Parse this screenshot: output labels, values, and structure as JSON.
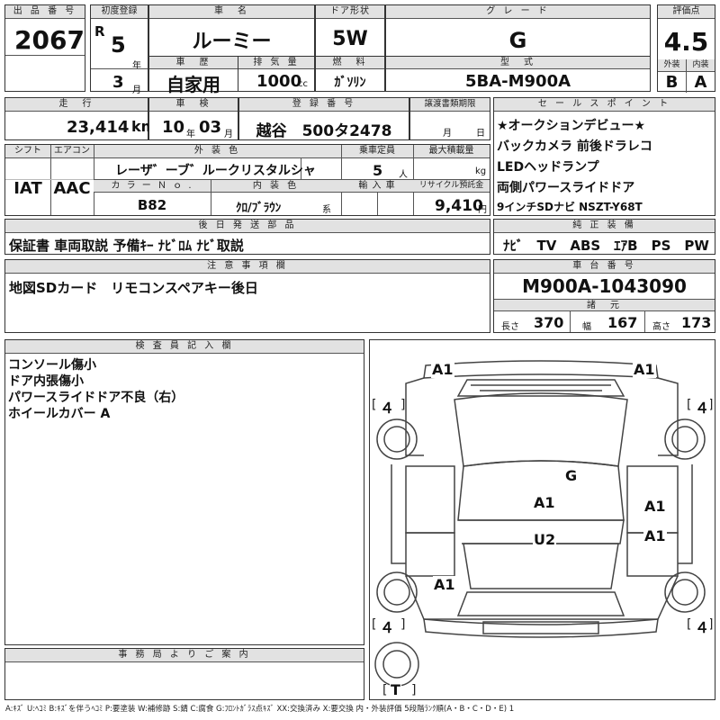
{
  "header": {
    "lot_label": "出 品 番 号",
    "lot_value": "2067",
    "first_reg_label": "初度登録",
    "era": "R",
    "first_reg_year": "5",
    "year_unit": "年",
    "first_reg_month": "3",
    "month_unit": "月",
    "car_name_label": "車　名",
    "car_name": "ルーミー",
    "history_label": "車　歴",
    "history": "自家用",
    "displacement_label": "排 気 量",
    "displacement": "1000",
    "cc_unit": "cc",
    "door_label": "ドア形状",
    "door": "5W",
    "fuel_label": "燃　料",
    "fuel": "ｶﾞｿﾘﾝ",
    "grade_label": "グ レ ー ド",
    "grade": "G",
    "model_label": "型　式",
    "model": "5BA-M900A",
    "score_label": "評価点",
    "score": "4.5",
    "exterior_label": "外装",
    "exterior": "B",
    "interior_label": "内装",
    "interior": "A"
  },
  "row2": {
    "mileage_label": "走　行",
    "mileage": "23,414",
    "km": "km",
    "inspection_label": "車　検",
    "insp_year": "10",
    "insp_month": "03",
    "year_unit": "年",
    "month_unit": "月",
    "reg_label": "登 録 番 号",
    "reg_number": "越谷　500タ2478",
    "transfer_label": "譲渡書類期限",
    "transfer_month": "月",
    "transfer_day": "日"
  },
  "row3": {
    "shift_label": "シフト",
    "shift": "IAT",
    "ac_label": "エアコン",
    "ac": "AAC",
    "color_label": "外 装 色",
    "color": "レーザ゛ーブ゛ルークリスタルシャ",
    "capacity_label": "乗車定員",
    "capacity": "5",
    "person_unit": "人",
    "load_label": "最大積載量",
    "load_unit": "kg",
    "color_no_label": "カ ラ ー Ｎ ｏ .",
    "color_no": "B82",
    "interior_color_label": "内 装 色",
    "interior_color": "ｸﾛ/ﾌﾞﾗｳﾝ",
    "kei": "系",
    "import_label": "輸 入 車",
    "recycle_label": "リサイクル預託金",
    "recycle": "9,410",
    "yen": "円"
  },
  "later": {
    "label": "後 日 発 送 部 品",
    "text": "保証書 車両取説 予備ｷｰ ﾅﾋﾞﾛﾑ ﾅﾋﾞ取説"
  },
  "notes": {
    "label": "注 意 事 項 欄",
    "text": "地図SDカード　リモコンスペアキー後日"
  },
  "sales": {
    "label": "セ ー ル ス ポ イ ン ト",
    "lines": [
      "★オークションデビュー★",
      "バックカメラ 前後ドラレコ",
      "LEDヘッドランプ",
      "両側パワースライドドア",
      "9インチSDナビ NSZT-Y68T"
    ]
  },
  "equipment": {
    "label": "純 正 装 備",
    "text": "ﾅﾋﾞ　TV　ABS　ｴｱB　PS　PW"
  },
  "chassis": {
    "label": "車 台 番 号",
    "number": "M900A-1043090",
    "spec_label": "諸　元",
    "length_label": "長さ",
    "length": "370",
    "width_label": "幅",
    "width": "167",
    "height_label": "高さ",
    "height": "173"
  },
  "inspector": {
    "label": "検 査 員 記 入 欄",
    "lines": [
      "コンソール傷小",
      "ドア内張傷小",
      "パワースライドドア不良（右）",
      "ホイールカバー A"
    ]
  },
  "office": {
    "label": "事 務 局 よ り ご 案 内"
  },
  "diagram": {
    "marks": {
      "front_left": "A1",
      "front_right": "A1",
      "tire_fl": "４",
      "tire_fr": "４",
      "tire_rl": "４",
      "tire_rr": "４",
      "spare": "T",
      "roof": "G",
      "center_front": "A1",
      "right_front": "A1",
      "center_rear": "U2",
      "right_rear": "A1",
      "left_rear": "A1"
    }
  },
  "legend": "A:ｷｽﾞ U:ﾍｺﾐ B:ｷｽﾞを伴うﾍｺﾐ P:要塗装 W:補修跡 S:錆 C:腐食 G:ﾌﾛﾝﾄｶﾞﾗｽ点ｷｽﾞ XX:交換済み X:要交換 内・外装評価 5段階ﾗﾝｸ順(A・B・C・D・E) 1"
}
